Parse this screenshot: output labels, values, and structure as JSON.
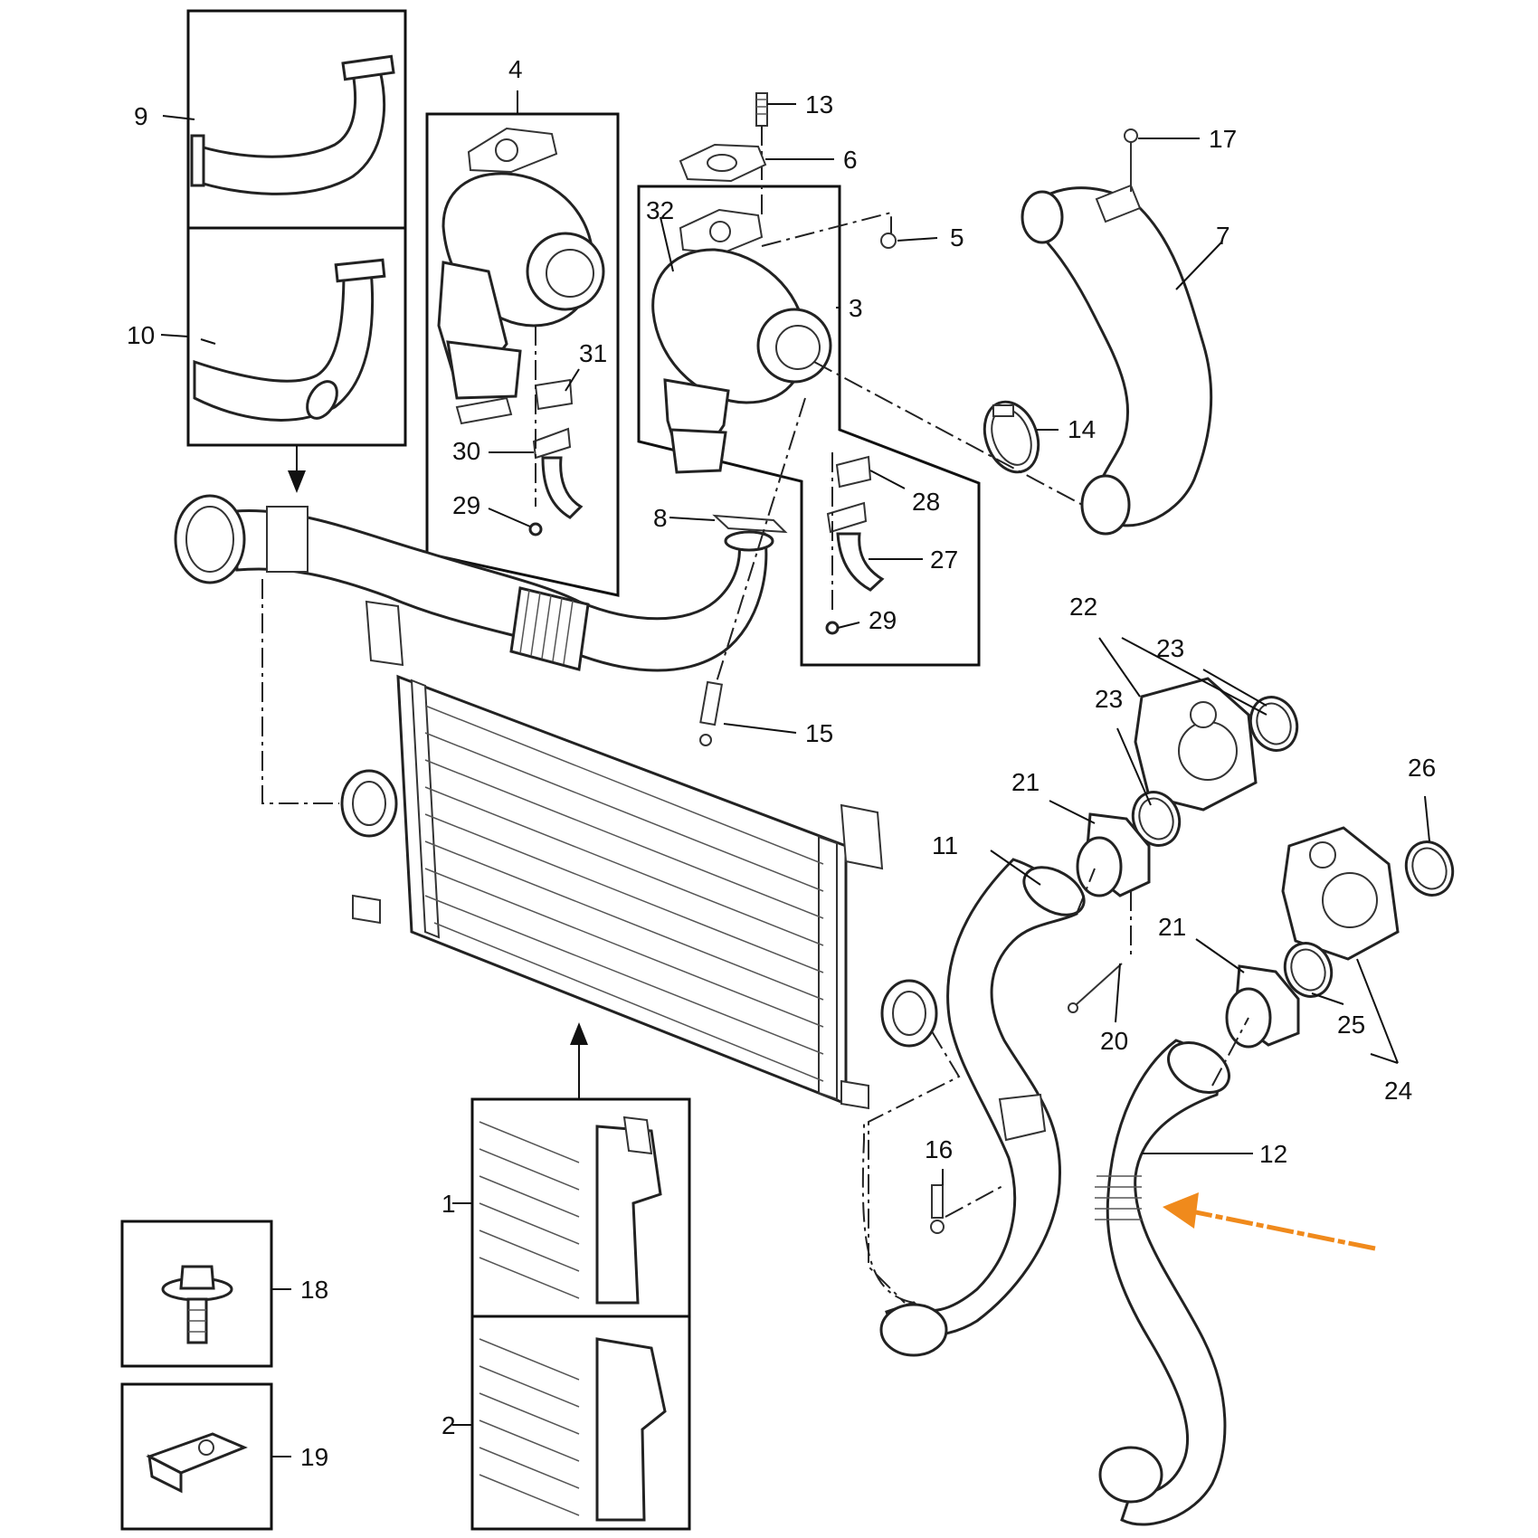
{
  "diagram": {
    "callouts": [
      {
        "id": "1",
        "label": "1"
      },
      {
        "id": "2",
        "label": "2"
      },
      {
        "id": "3",
        "label": "3"
      },
      {
        "id": "4",
        "label": "4"
      },
      {
        "id": "5",
        "label": "5"
      },
      {
        "id": "6",
        "label": "6"
      },
      {
        "id": "7",
        "label": "7"
      },
      {
        "id": "8",
        "label": "8"
      },
      {
        "id": "9",
        "label": "9"
      },
      {
        "id": "10",
        "label": "10"
      },
      {
        "id": "11",
        "label": "11"
      },
      {
        "id": "12",
        "label": "12"
      },
      {
        "id": "13",
        "label": "13"
      },
      {
        "id": "14",
        "label": "14"
      },
      {
        "id": "15",
        "label": "15"
      },
      {
        "id": "16",
        "label": "16"
      },
      {
        "id": "17",
        "label": "17"
      },
      {
        "id": "18",
        "label": "18"
      },
      {
        "id": "19",
        "label": "19"
      },
      {
        "id": "20",
        "label": "20"
      },
      {
        "id": "21a",
        "label": "21"
      },
      {
        "id": "21b",
        "label": "21"
      },
      {
        "id": "22",
        "label": "22"
      },
      {
        "id": "23a",
        "label": "23"
      },
      {
        "id": "23b",
        "label": "23"
      },
      {
        "id": "24",
        "label": "24"
      },
      {
        "id": "25",
        "label": "25"
      },
      {
        "id": "26",
        "label": "26"
      },
      {
        "id": "27",
        "label": "27"
      },
      {
        "id": "28",
        "label": "28"
      },
      {
        "id": "29a",
        "label": "29"
      },
      {
        "id": "29b",
        "label": "29"
      },
      {
        "id": "30",
        "label": "30"
      },
      {
        "id": "31",
        "label": "31"
      },
      {
        "id": "32",
        "label": "32"
      }
    ],
    "highlight_color": "#f08a1c",
    "line_color": "#111111"
  }
}
